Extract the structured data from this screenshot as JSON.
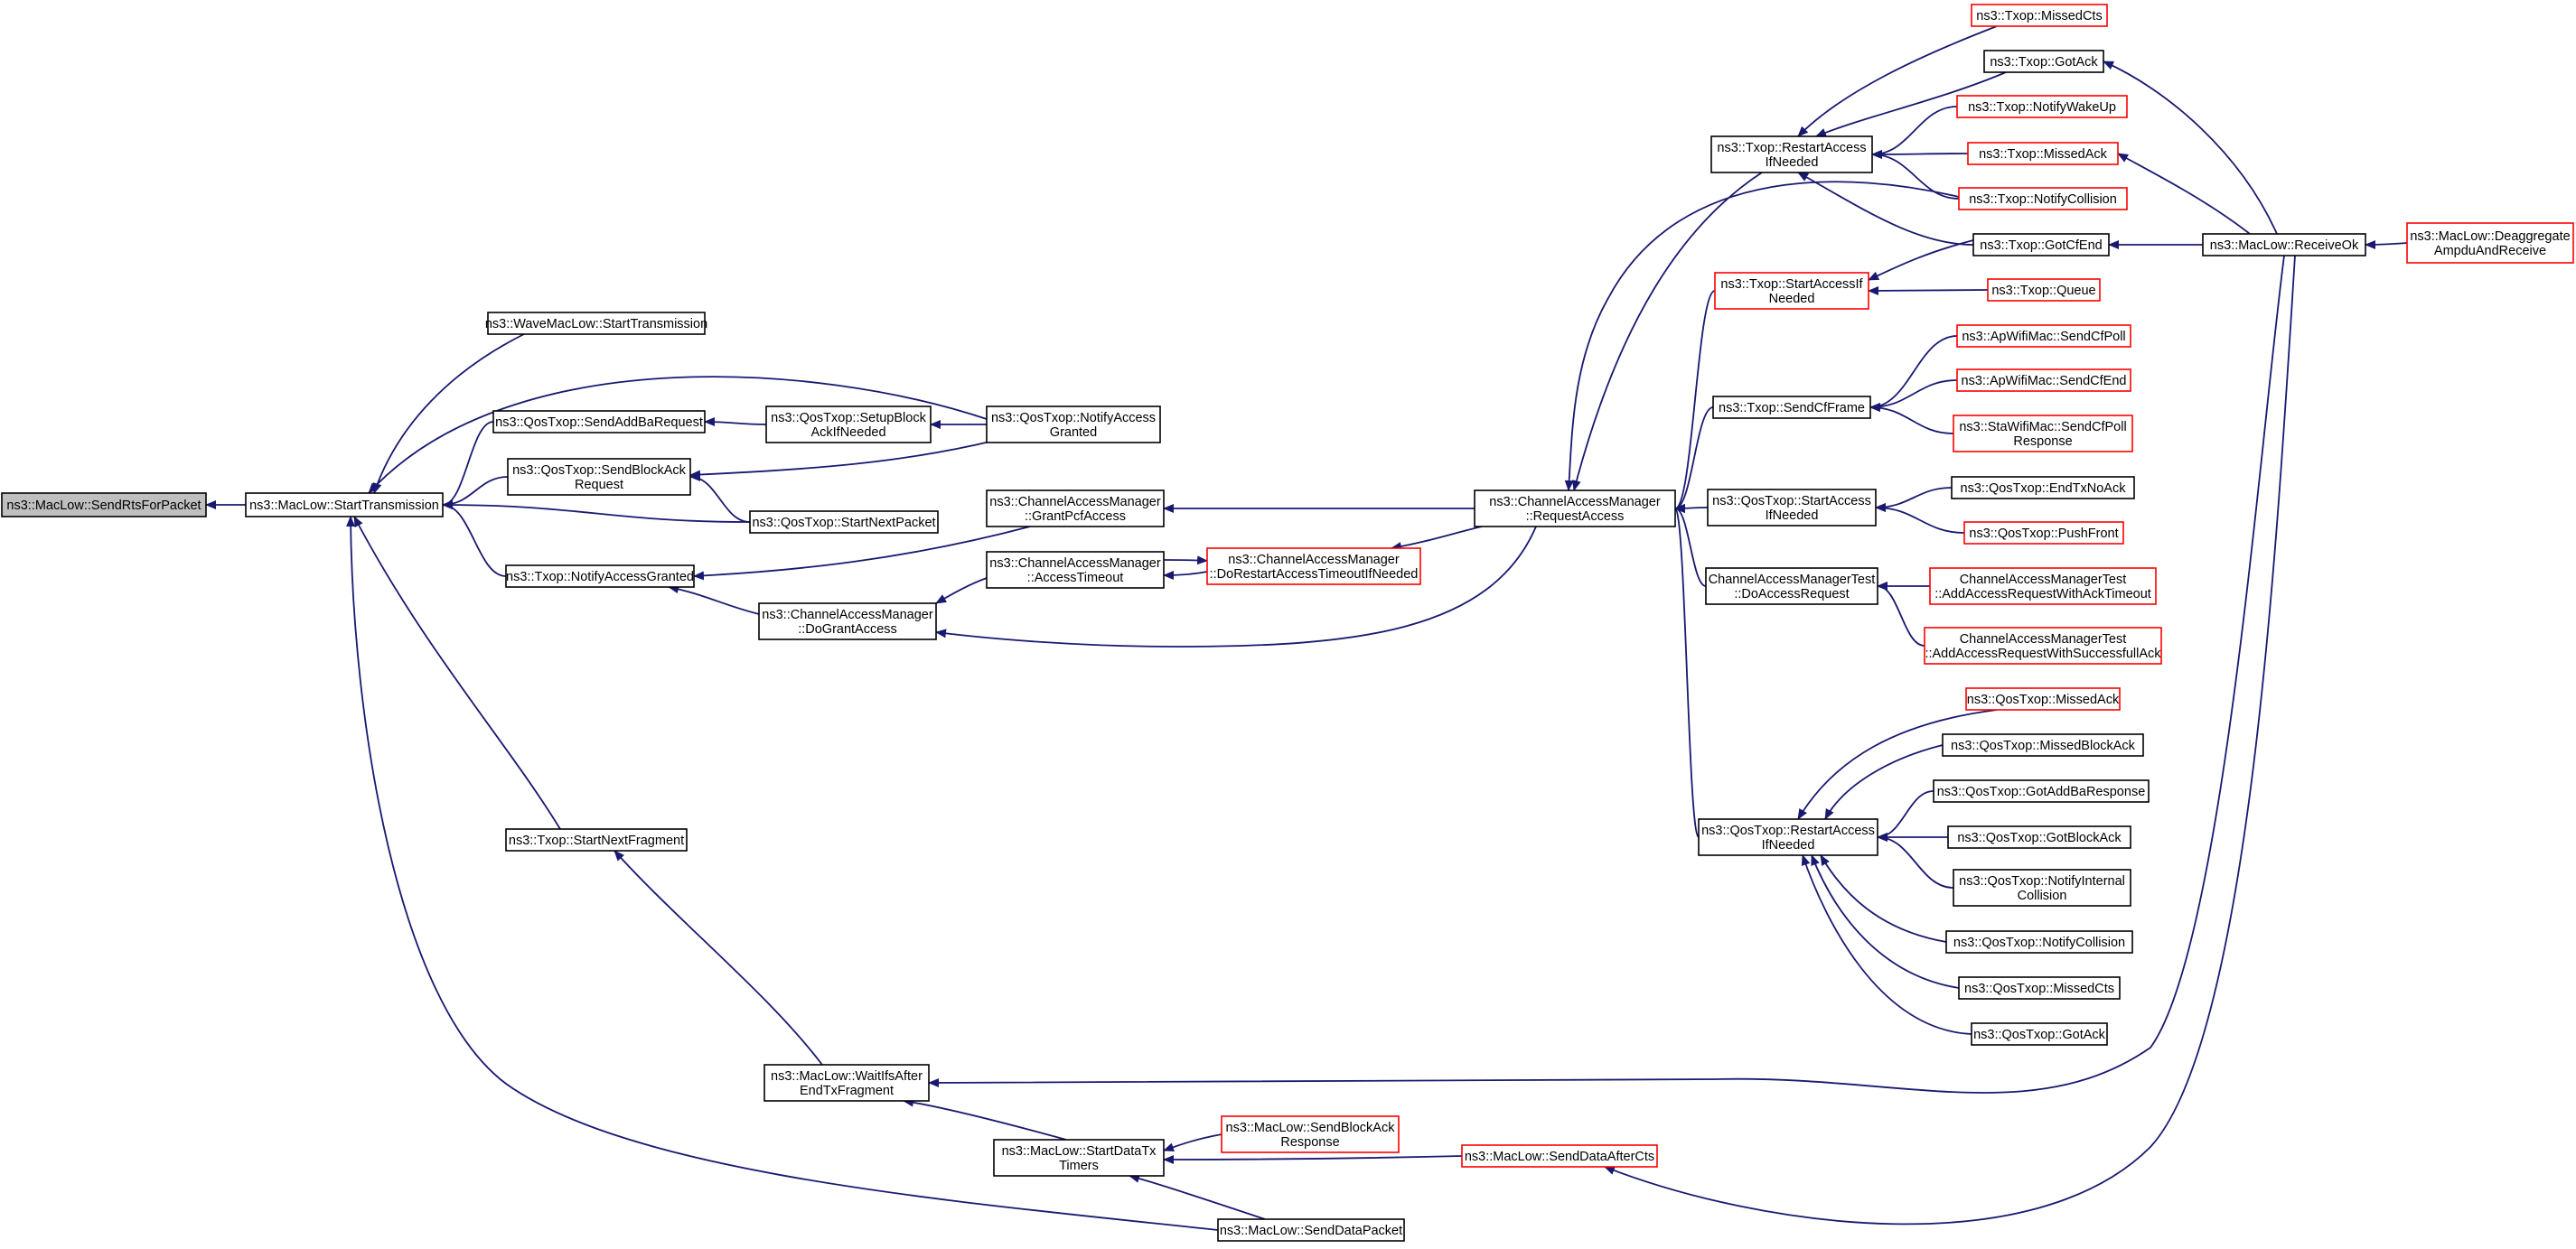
{
  "graph": {
    "node_style": {
      "border_default": "#000000",
      "border_truncated": "#ff0000",
      "fill_default": "#ffffff",
      "fill_current": "#bfbfbf",
      "edge_color": "#191970"
    },
    "nodes": [
      {
        "id": "sendrts",
        "lines": [
          "ns3::MacLow::SendRtsForPacket"
        ],
        "style": "current"
      },
      {
        "id": "starttx",
        "lines": [
          "ns3::MacLow::StartTransmission"
        ],
        "style": "normal"
      },
      {
        "id": "wavestart",
        "lines": [
          "ns3::WaveMacLow::StartTransmission"
        ],
        "style": "normal"
      },
      {
        "id": "sendaddba",
        "lines": [
          "ns3::QosTxop::SendAddBaRequest"
        ],
        "style": "normal"
      },
      {
        "id": "sendblockackreq",
        "lines": [
          "ns3::QosTxop::SendBlockAck",
          "Request"
        ],
        "style": "normal"
      },
      {
        "id": "txopnotifygranted",
        "lines": [
          "ns3::Txop::NotifyAccessGranted"
        ],
        "style": "normal"
      },
      {
        "id": "txopstartnextfrag",
        "lines": [
          "ns3::Txop::StartNextFragment"
        ],
        "style": "normal"
      },
      {
        "id": "setupblockack",
        "lines": [
          "ns3::QosTxop::SetupBlock",
          "AckIfNeeded"
        ],
        "style": "normal"
      },
      {
        "id": "qosnotifygranted",
        "lines": [
          "ns3::QosTxop::NotifyAccess",
          "Granted"
        ],
        "style": "normal"
      },
      {
        "id": "qosstartnext",
        "lines": [
          "ns3::QosTxop::StartNextPacket"
        ],
        "style": "normal"
      },
      {
        "id": "grantpcf",
        "lines": [
          "ns3::ChannelAccessManager",
          "::GrantPcfAccess"
        ],
        "style": "normal"
      },
      {
        "id": "accesstimeout",
        "lines": [
          "ns3::ChannelAccessManager",
          "::AccessTimeout"
        ],
        "style": "normal"
      },
      {
        "id": "dogrant",
        "lines": [
          "ns3::ChannelAccessManager",
          "::DoGrantAccess"
        ],
        "style": "normal"
      },
      {
        "id": "dorestart",
        "lines": [
          "ns3::ChannelAccessManager",
          "::DoRestartAccessTimeoutIfNeeded"
        ],
        "style": "truncated"
      },
      {
        "id": "requestaccess",
        "lines": [
          "ns3::ChannelAccessManager",
          "::RequestAccess"
        ],
        "style": "normal"
      },
      {
        "id": "waitifs",
        "lines": [
          "ns3::MacLow::WaitIfsAfter",
          "EndTxFragment"
        ],
        "style": "normal"
      },
      {
        "id": "startdatatx",
        "lines": [
          "ns3::MacLow::StartDataTx",
          "Timers"
        ],
        "style": "normal"
      },
      {
        "id": "sendblockackresp",
        "lines": [
          "ns3::MacLow::SendBlockAck",
          "Response"
        ],
        "style": "truncated"
      },
      {
        "id": "senddatapacket",
        "lines": [
          "ns3::MacLow::SendDataPacket"
        ],
        "style": "normal"
      },
      {
        "id": "senddataaftercts",
        "lines": [
          "ns3::MacLow::SendDataAfterCts"
        ],
        "style": "truncated"
      },
      {
        "id": "txoprestart",
        "lines": [
          "ns3::Txop::RestartAccess",
          "IfNeeded"
        ],
        "style": "normal"
      },
      {
        "id": "txopstartaccess",
        "lines": [
          "ns3::Txop::StartAccessIf",
          "Needed"
        ],
        "style": "truncated"
      },
      {
        "id": "txopsendcf",
        "lines": [
          "ns3::Txop::SendCfFrame"
        ],
        "style": "normal"
      },
      {
        "id": "qosstartaccess",
        "lines": [
          "ns3::QosTxop::StartAccess",
          "IfNeeded"
        ],
        "style": "normal"
      },
      {
        "id": "camtestdoaccess",
        "lines": [
          "ChannelAccessManagerTest",
          "::DoAccessRequest"
        ],
        "style": "normal"
      },
      {
        "id": "qosrestart",
        "lines": [
          "ns3::QosTxop::RestartAccess",
          "IfNeeded"
        ],
        "style": "normal"
      },
      {
        "id": "txopmissedcts",
        "lines": [
          "ns3::Txop::MissedCts"
        ],
        "style": "truncated"
      },
      {
        "id": "txopgotack",
        "lines": [
          "ns3::Txop::GotAck"
        ],
        "style": "normal"
      },
      {
        "id": "txopwakeup",
        "lines": [
          "ns3::Txop::NotifyWakeUp"
        ],
        "style": "truncated"
      },
      {
        "id": "txopmissedack",
        "lines": [
          "ns3::Txop::MissedAck"
        ],
        "style": "truncated"
      },
      {
        "id": "txopcollision",
        "lines": [
          "ns3::Txop::NotifyCollision"
        ],
        "style": "truncated"
      },
      {
        "id": "txopgotcfend",
        "lines": [
          "ns3::Txop::GotCfEnd"
        ],
        "style": "normal"
      },
      {
        "id": "txopqueue",
        "lines": [
          "ns3::Txop::Queue"
        ],
        "style": "truncated"
      },
      {
        "id": "apsendcfpoll",
        "lines": [
          "ns3::ApWifiMac::SendCfPoll"
        ],
        "style": "truncated"
      },
      {
        "id": "apsendcfend",
        "lines": [
          "ns3::ApWifiMac::SendCfEnd"
        ],
        "style": "truncated"
      },
      {
        "id": "stasendcfpoll",
        "lines": [
          "ns3::StaWifiMac::SendCfPoll",
          "Response"
        ],
        "style": "truncated"
      },
      {
        "id": "qosendtxnoack",
        "lines": [
          "ns3::QosTxop::EndTxNoAck"
        ],
        "style": "normal"
      },
      {
        "id": "qospushfront",
        "lines": [
          "ns3::QosTxop::PushFront"
        ],
        "style": "truncated"
      },
      {
        "id": "camtesttimeout",
        "lines": [
          "ChannelAccessManagerTest",
          "::AddAccessRequestWithAckTimeout"
        ],
        "style": "truncated"
      },
      {
        "id": "camtestsuccess",
        "lines": [
          "ChannelAccessManagerTest",
          "::AddAccessRequestWithSuccessfullAck"
        ],
        "style": "truncated"
      },
      {
        "id": "qosmissedack",
        "lines": [
          "ns3::QosTxop::MissedAck"
        ],
        "style": "truncated"
      },
      {
        "id": "qosmissedblockack",
        "lines": [
          "ns3::QosTxop::MissedBlockAck"
        ],
        "style": "normal"
      },
      {
        "id": "qosgotaddba",
        "lines": [
          "ns3::QosTxop::GotAddBaResponse"
        ],
        "style": "normal"
      },
      {
        "id": "qosgotblockack",
        "lines": [
          "ns3::QosTxop::GotBlockAck"
        ],
        "style": "normal"
      },
      {
        "id": "qosnotifyinternal",
        "lines": [
          "ns3::QosTxop::NotifyInternal",
          "Collision"
        ],
        "style": "normal"
      },
      {
        "id": "qosnotifycollision",
        "lines": [
          "ns3::QosTxop::NotifyCollision"
        ],
        "style": "normal"
      },
      {
        "id": "qosmissedcts",
        "lines": [
          "ns3::QosTxop::MissedCts"
        ],
        "style": "normal"
      },
      {
        "id": "qosgotack",
        "lines": [
          "ns3::QosTxop::GotAck"
        ],
        "style": "normal"
      },
      {
        "id": "receiveok",
        "lines": [
          "ns3::MacLow::ReceiveOk"
        ],
        "style": "normal"
      },
      {
        "id": "deaggregate",
        "lines": [
          "ns3::MacLow::Deaggregate",
          "AmpduAndReceive"
        ],
        "style": "truncated"
      }
    ],
    "edges": [
      {
        "from": "starttx",
        "to": "sendrts"
      },
      {
        "from": "wavestart",
        "to": "starttx"
      },
      {
        "from": "sendaddba",
        "to": "starttx"
      },
      {
        "from": "sendblockackreq",
        "to": "starttx"
      },
      {
        "from": "txopnotifygranted",
        "to": "starttx"
      },
      {
        "from": "txopstartnextfrag",
        "to": "starttx"
      },
      {
        "from": "qosnotifygranted",
        "to": "starttx"
      },
      {
        "from": "qosstartnext",
        "to": "starttx"
      },
      {
        "from": "senddatapacket",
        "to": "starttx"
      },
      {
        "from": "setupblockack",
        "to": "sendaddba"
      },
      {
        "from": "qosnotifygranted",
        "to": "setupblockack"
      },
      {
        "from": "qosnotifygranted",
        "to": "sendblockackreq"
      },
      {
        "from": "qosstartnext",
        "to": "sendblockackreq"
      },
      {
        "from": "grantpcf",
        "to": "txopnotifygranted"
      },
      {
        "from": "dogrant",
        "to": "txopnotifygranted"
      },
      {
        "from": "accesstimeout",
        "to": "dogrant"
      },
      {
        "from": "requestaccess",
        "to": "dogrant"
      },
      {
        "from": "dorestart",
        "to": "accesstimeout"
      },
      {
        "from": "accesstimeout",
        "to": "dorestart"
      },
      {
        "from": "requestaccess",
        "to": "dorestart"
      },
      {
        "from": "requestaccess",
        "to": "grantpcf"
      },
      {
        "from": "txoprestart",
        "to": "requestaccess"
      },
      {
        "from": "txopcollision",
        "to": "requestaccess"
      },
      {
        "from": "txopstartaccess",
        "to": "requestaccess"
      },
      {
        "from": "txopsendcf",
        "to": "requestaccess"
      },
      {
        "from": "qosstartaccess",
        "to": "requestaccess"
      },
      {
        "from": "camtestdoaccess",
        "to": "requestaccess"
      },
      {
        "from": "qosrestart",
        "to": "requestaccess"
      },
      {
        "from": "txopmissedcts",
        "to": "txoprestart"
      },
      {
        "from": "txopgotack",
        "to": "txoprestart"
      },
      {
        "from": "txopwakeup",
        "to": "txoprestart"
      },
      {
        "from": "txopmissedack",
        "to": "txoprestart"
      },
      {
        "from": "txopcollision",
        "to": "txoprestart"
      },
      {
        "from": "txopgotcfend",
        "to": "txoprestart"
      },
      {
        "from": "txopgotcfend",
        "to": "txopstartaccess"
      },
      {
        "from": "txopqueue",
        "to": "txopstartaccess"
      },
      {
        "from": "apsendcfpoll",
        "to": "txopsendcf"
      },
      {
        "from": "apsendcfend",
        "to": "txopsendcf"
      },
      {
        "from": "stasendcfpoll",
        "to": "txopsendcf"
      },
      {
        "from": "qosendtxnoack",
        "to": "qosstartaccess"
      },
      {
        "from": "qospushfront",
        "to": "qosstartaccess"
      },
      {
        "from": "camtesttimeout",
        "to": "camtestdoaccess"
      },
      {
        "from": "camtestsuccess",
        "to": "camtestdoaccess"
      },
      {
        "from": "qosmissedack",
        "to": "qosrestart"
      },
      {
        "from": "qosmissedblockack",
        "to": "qosrestart"
      },
      {
        "from": "qosgotaddba",
        "to": "qosrestart"
      },
      {
        "from": "qosgotblockack",
        "to": "qosrestart"
      },
      {
        "from": "qosnotifyinternal",
        "to": "qosrestart"
      },
      {
        "from": "qosnotifycollision",
        "to": "qosrestart"
      },
      {
        "from": "qosmissedcts",
        "to": "qosrestart"
      },
      {
        "from": "qosgotack",
        "to": "qosrestart"
      },
      {
        "from": "waitifs",
        "to": "txopstartnextfrag"
      },
      {
        "from": "startdatatx",
        "to": "waitifs"
      },
      {
        "from": "receiveok",
        "to": "waitifs"
      },
      {
        "from": "sendblockackresp",
        "to": "startdatatx"
      },
      {
        "from": "senddataaftercts",
        "to": "startdatatx"
      },
      {
        "from": "senddatapacket",
        "to": "startdatatx"
      },
      {
        "from": "receiveok",
        "to": "senddataaftercts"
      },
      {
        "from": "receiveok",
        "to": "txopgotack"
      },
      {
        "from": "receiveok",
        "to": "txopmissedack"
      },
      {
        "from": "receiveok",
        "to": "txopgotcfend"
      },
      {
        "from": "deaggregate",
        "to": "receiveok"
      }
    ]
  }
}
